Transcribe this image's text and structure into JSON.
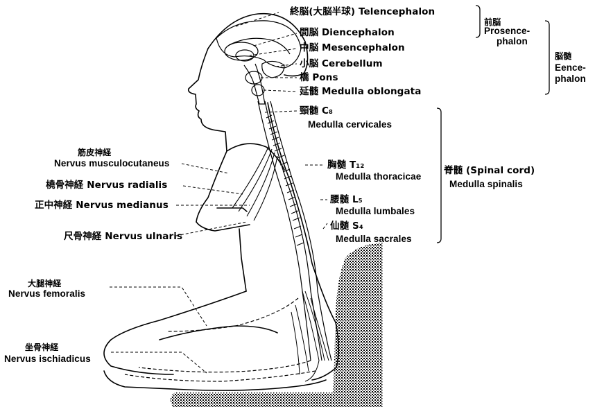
{
  "brain_labels": {
    "telencephalon": "終脳(大脳半球) Telencephalon",
    "diencephalon": "間脳 Diencephalon",
    "mesencephalon": "中脳 Mesencephalon",
    "cerebellum": "小脳 Cerebellum",
    "pons": "橋 Pons",
    "medulla_oblongata": "延髄 Medulla oblongata"
  },
  "groups": {
    "prosencephalon_jp": "前脳",
    "prosencephalon_l1": "Prosence-",
    "prosencephalon_l2": "phalon",
    "encephalon_jp": "脳髄",
    "encephalon_l1": "Eence-",
    "encephalon_l2": "phalon",
    "spinal_cord": "脊髄 (Spinal cord)",
    "spinal_cord_latin": "Medulla spinalis"
  },
  "spinal_labels": {
    "cervical_jp": "頸髄 C₈",
    "cervical_latin": "Medulla   cervicales",
    "thoracic_jp": "胸髄 T₁₂",
    "thoracic_latin": "Medulla thoracicae",
    "lumbar_jp": "腰髄 L₅",
    "lumbar_latin": "Medulla lumbales",
    "sacral_jp": "仙髄 S₄",
    "sacral_latin": "Medulla sacrales"
  },
  "nerve_labels": {
    "musculocutaneus_jp": "筋皮神経",
    "musculocutaneus": "Nervus musculocutaneus",
    "radialis": "橈骨神経 Nervus radialis",
    "medianus": "正中神経 Nervus medianus",
    "ulnaris": "尺骨神経 Nervus ulnaris",
    "femoralis_jp": "大腿神経",
    "femoralis": "Nervus femoralis",
    "ischiadicus_jp": "坐骨神経",
    "ischiadicus": "Nervus ischiadicus"
  }
}
